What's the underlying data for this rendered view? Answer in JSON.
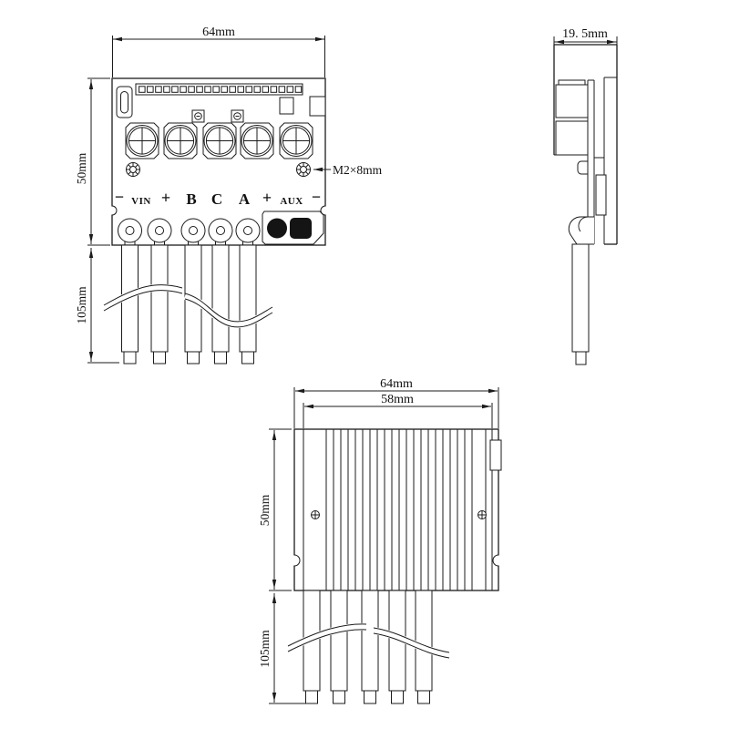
{
  "drawing": {
    "line_color": "#1b1b1b",
    "bg_color": "#ffffff",
    "header_pin_count": 20,
    "fin_count": 21,
    "wire_count": 5,
    "capacitor_count": 5
  },
  "front_view": {
    "dim_width": "64mm",
    "dim_height": "50mm",
    "dim_wires": "105mm",
    "screw_note": "M2×8mm",
    "terminals": [
      "−",
      "VIN",
      "+",
      "B",
      "C",
      "A",
      "+",
      "AUX",
      "−"
    ]
  },
  "side_view": {
    "dim_depth": "19. 5mm"
  },
  "back_view": {
    "dim_width": "64mm",
    "dim_fins": "58mm",
    "dim_height": "50mm",
    "dim_wires": "105mm"
  }
}
